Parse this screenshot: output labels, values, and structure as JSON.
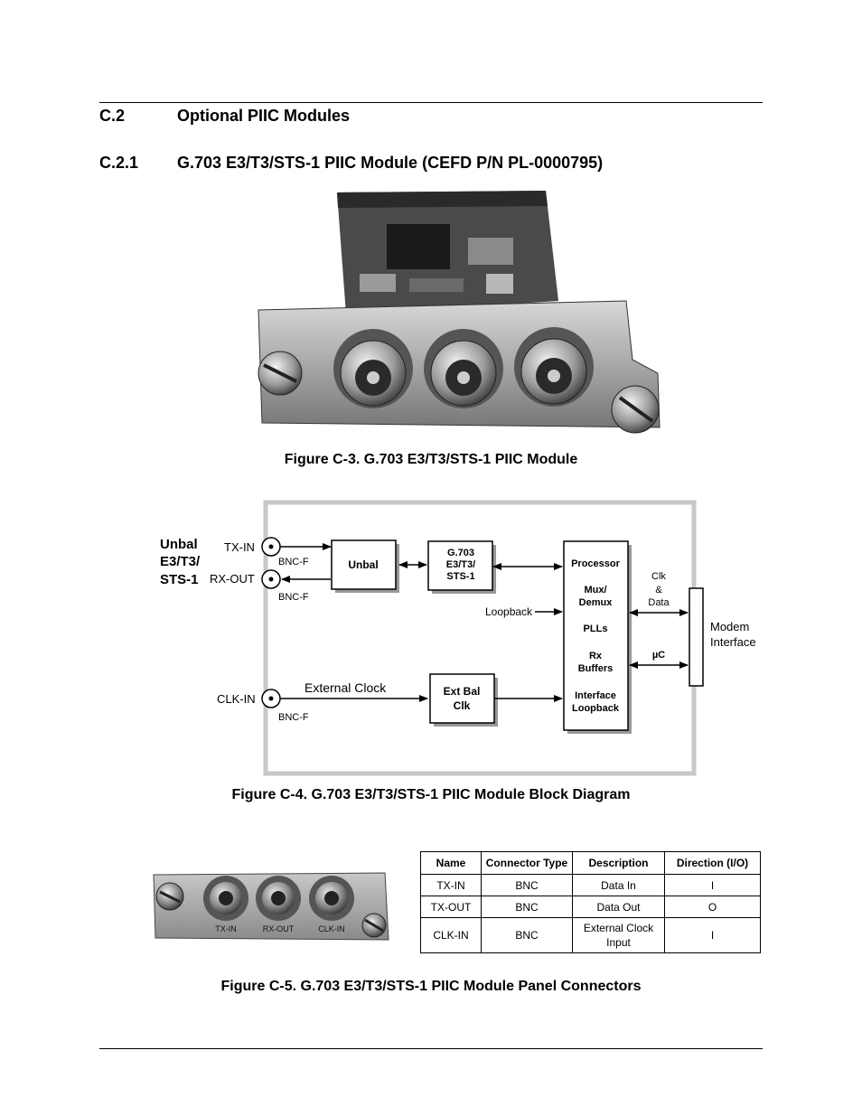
{
  "section": {
    "number": "C.2",
    "title": "Optional PIIC Modules"
  },
  "subsection": {
    "number": "C.2.1",
    "title": "G.703 E3/T3/STS-1 PIIC Module (CEFD P/N PL-0000795)"
  },
  "figure3": {
    "caption": "Figure C-3. G.703 E3/T3/STS-1 PIIC Module"
  },
  "figure4": {
    "caption": "Figure C-4. G.703 E3/T3/STS-1 PIIC Module Block Diagram",
    "unbal_label": [
      "Unbal",
      "E3/T3/",
      "STS-1"
    ],
    "tx_in": "TX-IN",
    "rx_out": "RX-OUT",
    "clk_in": "CLK-IN",
    "bncf": "BNC-F",
    "unbal_block": "Unbal",
    "g703_block": [
      "G.703",
      "E3/T3/",
      "STS-1"
    ],
    "loopback": "Loopback",
    "external_clock": "External Clock",
    "ext_bal_block": [
      "Ext Bal",
      "Clk"
    ],
    "processor_block": [
      "Processor",
      "Mux/",
      "Demux",
      "PLLs",
      "Rx",
      "Buffers",
      "Interface",
      "Loopback"
    ],
    "clk_data": [
      "Clk",
      "&",
      "Data"
    ],
    "uc": "µC",
    "modem_interface": [
      "Modem",
      "Interface"
    ]
  },
  "figure5": {
    "caption": "Figure C-5. G.703 E3/T3/STS-1 PIIC Module Panel Connectors",
    "panel_labels": [
      "TX-IN",
      "RX-OUT",
      "CLK-IN"
    ],
    "table": {
      "headers": [
        "Name",
        "Connector Type",
        "Description",
        "Direction (I/O)"
      ],
      "rows": [
        [
          "TX-IN",
          "BNC",
          "Data In",
          "I"
        ],
        [
          "TX-OUT",
          "BNC",
          "Data Out",
          "O"
        ],
        [
          "CLK-IN",
          "BNC",
          "External Clock Input",
          "I"
        ]
      ]
    }
  }
}
